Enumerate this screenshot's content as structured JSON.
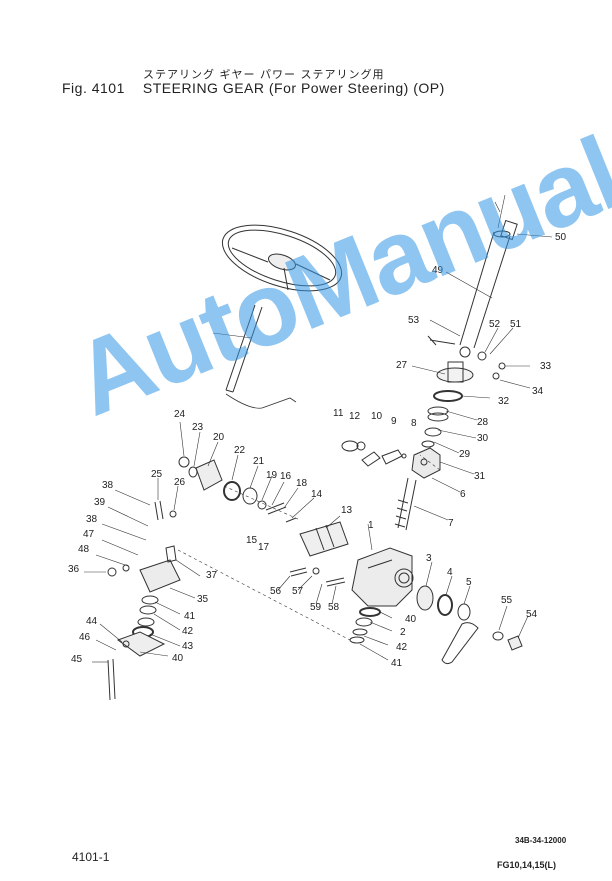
{
  "header": {
    "title_jp": "ステアリング ギヤー パワー ステアリング用",
    "fig_label": "Fig. 4101",
    "title_en": "STEERING GEAR (For Power Steering) (OP)"
  },
  "callouts": [
    "50",
    "49",
    "53",
    "52",
    "51",
    "33",
    "27",
    "34",
    "32",
    "28",
    "30",
    "29",
    "31",
    "6",
    "7",
    "11",
    "12",
    "10",
    "9",
    "8",
    "24",
    "23",
    "20",
    "22",
    "21",
    "19",
    "16",
    "18",
    "14",
    "13",
    "1",
    "25",
    "26",
    "38",
    "39",
    "15",
    "17",
    "38",
    "47",
    "48",
    "36",
    "37",
    "35",
    "41",
    "42",
    "43",
    "40",
    "44",
    "46",
    "45",
    "56",
    "57",
    "59",
    "58",
    "3",
    "4",
    "5",
    "55",
    "54",
    "40",
    "2",
    "42",
    "41"
  ],
  "watermark": "AutoManual",
  "footer": {
    "page_number": "4101-1",
    "doc_code": "34B-34-12000",
    "model_code": "FG10,14,15(L)"
  }
}
